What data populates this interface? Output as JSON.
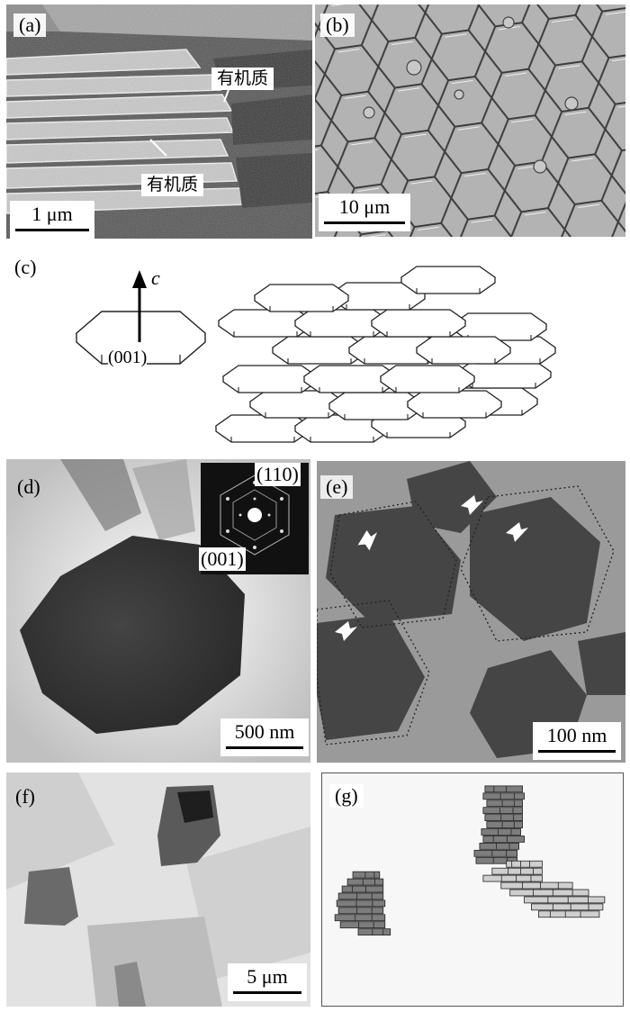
{
  "panels": {
    "a": {
      "label": "(a)",
      "annotation_top": "有机质",
      "annotation_bottom": "有机质",
      "scale_bar": "1 μm"
    },
    "b": {
      "label": "(b)",
      "scale_bar": "10 μm"
    },
    "c": {
      "label": "(c)",
      "axis_label": "c",
      "facet_label": "(001)"
    },
    "d": {
      "label": "(d)",
      "inset_label_top": "(110)",
      "inset_label_bottom": "(001)",
      "scale_bar": "500 nm"
    },
    "e": {
      "label": "(e)",
      "scale_bar": "100 nm"
    },
    "f": {
      "label": "(f)",
      "scale_bar": "5 μm"
    },
    "g": {
      "label": "(g)"
    }
  },
  "colors": {
    "dark_tablet": "#7d7d7d",
    "light_tablet": "#cfcfcf",
    "outline": "#222222"
  }
}
